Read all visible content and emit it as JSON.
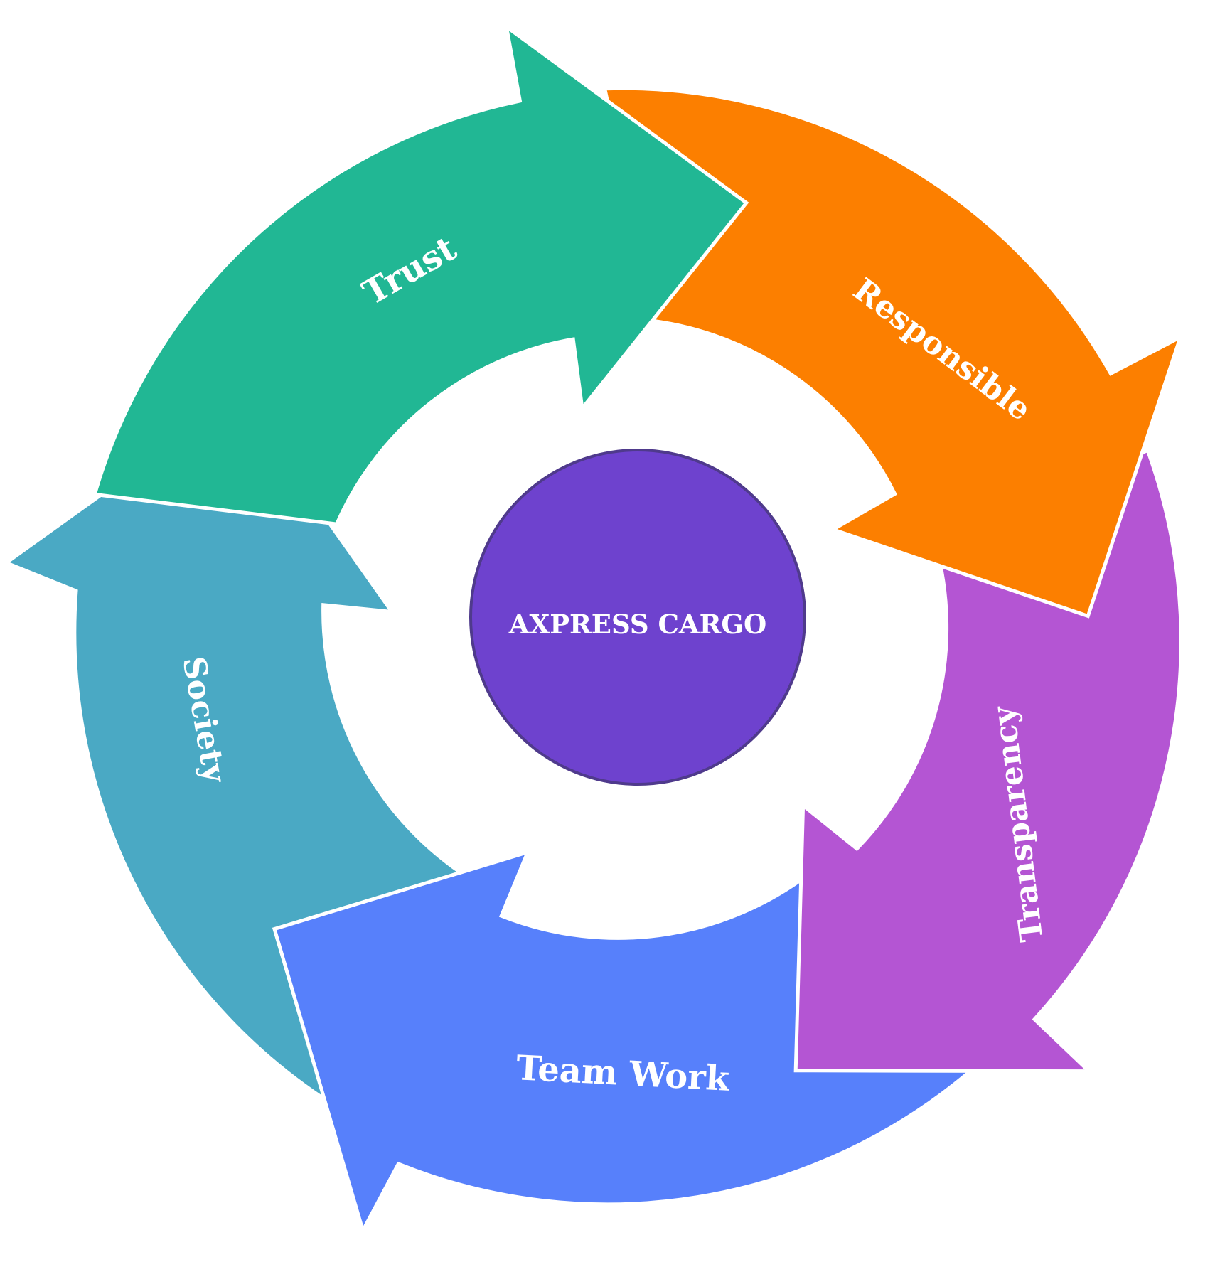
{
  "center": {
    "label": "AXPRESS CARGO",
    "color": "#6E42CE"
  },
  "cycle": [
    {
      "id": "trust",
      "label": "Trust",
      "color": "#21B794"
    },
    {
      "id": "responsible",
      "label": "Responsible",
      "color": "#FC7F00"
    },
    {
      "id": "transparency",
      "label": "Transparency",
      "color": "#B455D3"
    },
    {
      "id": "team-work",
      "label": "Team Work",
      "color": "#5780FB"
    },
    {
      "id": "society",
      "label": "Society",
      "color": "#4AA9C4"
    }
  ],
  "direction": "clockwise"
}
